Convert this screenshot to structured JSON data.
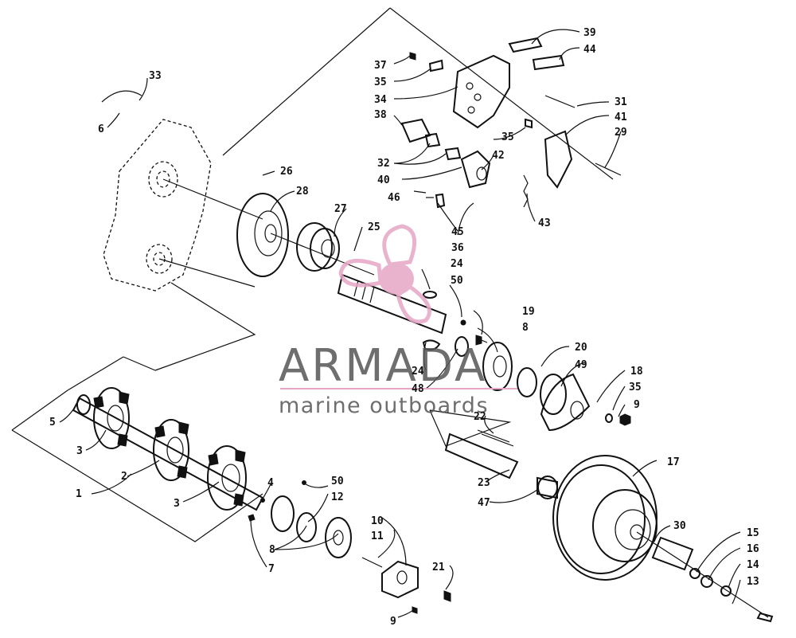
{
  "watermark": {
    "brand": "ARMADA",
    "tagline": "marine outboards",
    "brand_color": "#555555",
    "logo_color": "#e6a6c6"
  },
  "callouts": [
    {
      "id": "c1",
      "text": "1"
    },
    {
      "id": "c2",
      "text": "2"
    },
    {
      "id": "c3a",
      "text": "3"
    },
    {
      "id": "c3b",
      "text": "3"
    },
    {
      "id": "c4",
      "text": "4"
    },
    {
      "id": "c5",
      "text": "5"
    },
    {
      "id": "c6",
      "text": "6"
    },
    {
      "id": "c7",
      "text": "7"
    },
    {
      "id": "c8a",
      "text": "8"
    },
    {
      "id": "c8b",
      "text": "8"
    },
    {
      "id": "c9a",
      "text": "9"
    },
    {
      "id": "c9b",
      "text": "9"
    },
    {
      "id": "c10",
      "text": "10"
    },
    {
      "id": "c11",
      "text": "11"
    },
    {
      "id": "c12",
      "text": "12"
    },
    {
      "id": "c13",
      "text": "13"
    },
    {
      "id": "c14",
      "text": "14"
    },
    {
      "id": "c15",
      "text": "15"
    },
    {
      "id": "c16",
      "text": "16"
    },
    {
      "id": "c17",
      "text": "17"
    },
    {
      "id": "c18",
      "text": "18"
    },
    {
      "id": "c19",
      "text": "19"
    },
    {
      "id": "c20",
      "text": "20"
    },
    {
      "id": "c21",
      "text": "21"
    },
    {
      "id": "c22",
      "text": "22"
    },
    {
      "id": "c23",
      "text": "23"
    },
    {
      "id": "c24a",
      "text": "24"
    },
    {
      "id": "c24b",
      "text": "24"
    },
    {
      "id": "c25",
      "text": "25"
    },
    {
      "id": "c26",
      "text": "26"
    },
    {
      "id": "c27",
      "text": "27"
    },
    {
      "id": "c28",
      "text": "28"
    },
    {
      "id": "c29",
      "text": "29"
    },
    {
      "id": "c30",
      "text": "30"
    },
    {
      "id": "c31",
      "text": "31"
    },
    {
      "id": "c32",
      "text": "32"
    },
    {
      "id": "c33",
      "text": "33"
    },
    {
      "id": "c34",
      "text": "34"
    },
    {
      "id": "c35a",
      "text": "35"
    },
    {
      "id": "c35b",
      "text": "35"
    },
    {
      "id": "c35c",
      "text": "35"
    },
    {
      "id": "c36",
      "text": "36"
    },
    {
      "id": "c37",
      "text": "37"
    },
    {
      "id": "c38",
      "text": "38"
    },
    {
      "id": "c39",
      "text": "39"
    },
    {
      "id": "c40",
      "text": "40"
    },
    {
      "id": "c41",
      "text": "41"
    },
    {
      "id": "c42",
      "text": "42"
    },
    {
      "id": "c43",
      "text": "43"
    },
    {
      "id": "c44",
      "text": "44"
    },
    {
      "id": "c45",
      "text": "45"
    },
    {
      "id": "c46",
      "text": "46"
    },
    {
      "id": "c47",
      "text": "47"
    },
    {
      "id": "c48",
      "text": "48"
    },
    {
      "id": "c49",
      "text": "49"
    },
    {
      "id": "c50a",
      "text": "50"
    },
    {
      "id": "c50b",
      "text": "50"
    }
  ]
}
